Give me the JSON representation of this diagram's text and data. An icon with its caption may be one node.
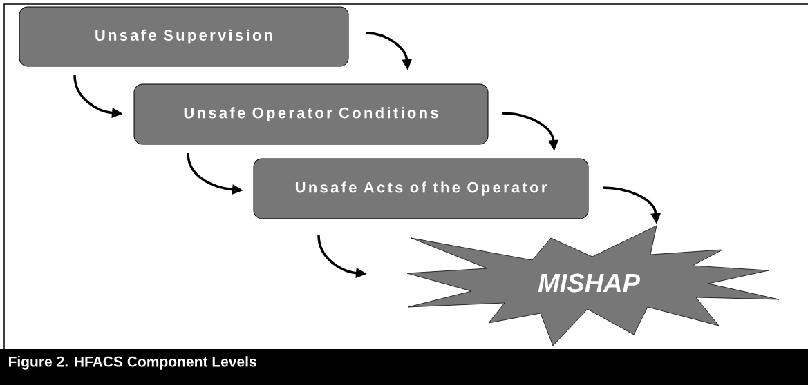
{
  "diagram": {
    "caption": "Figure 2. HFACS Component Levels",
    "nodes": [
      {
        "text": [
          "Unsafe Supervision"
        ]
      },
      {
        "text": [
          "Unsafe Operator Conditions"
        ]
      },
      {
        "text": [
          "Unsafe Acts of the Operator"
        ]
      },
      {
        "text": [
          "MISHAP"
        ]
      }
    ],
    "edges": [
      {
        "from": 0,
        "to": 1,
        "arrow": "to"
      },
      {
        "from": 0,
        "to": 1,
        "arrow": "to"
      },
      {
        "from": 1,
        "to": 2,
        "arrow": "to"
      },
      {
        "from": 1,
        "to": 2,
        "arrow": "to"
      },
      {
        "from": 2,
        "to": 3,
        "arrow": "to"
      },
      {
        "from": 2,
        "to": 3,
        "arrow": "to"
      }
    ]
  }
}
